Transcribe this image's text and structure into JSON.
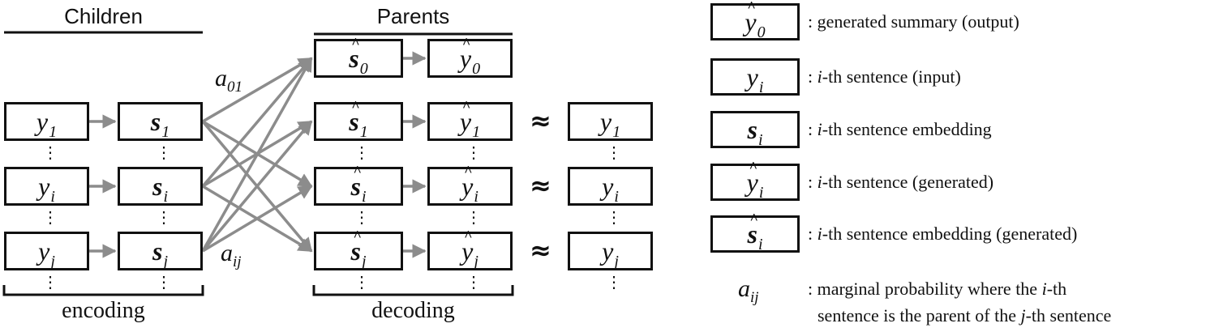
{
  "headers": {
    "children": "Children",
    "parents": "Parents"
  },
  "footers": {
    "encoding": "encoding",
    "decoding": "decoding"
  },
  "edge_labels": {
    "a01": {
      "base": "a",
      "sub": "01"
    },
    "aij": {
      "base": "a",
      "sub": "ij"
    }
  },
  "children": [
    {
      "y": {
        "base": "y",
        "sub": "1"
      },
      "s": {
        "base": "s",
        "sub": "1"
      }
    },
    {
      "y": {
        "base": "y",
        "sub": "i"
      },
      "s": {
        "base": "s",
        "sub": "i"
      }
    },
    {
      "y": {
        "base": "y",
        "sub": "j"
      },
      "s": {
        "base": "s",
        "sub": "j"
      }
    }
  ],
  "parents": [
    {
      "s": {
        "hat": "^",
        "base": "s",
        "sub": "0"
      },
      "y": {
        "hat": "^",
        "base": "y",
        "sub": "0"
      }
    },
    {
      "s": {
        "hat": "^",
        "base": "s",
        "sub": "1"
      },
      "y": {
        "hat": "^",
        "base": "y",
        "sub": "1"
      }
    },
    {
      "s": {
        "hat": "^",
        "base": "s",
        "sub": "i"
      },
      "y": {
        "hat": "^",
        "base": "y",
        "sub": "i"
      }
    },
    {
      "s": {
        "hat": "^",
        "base": "s",
        "sub": "j"
      },
      "y": {
        "hat": "^",
        "base": "y",
        "sub": "j"
      }
    }
  ],
  "approx_symbol": "≈",
  "targets": [
    {
      "base": "y",
      "sub": "1"
    },
    {
      "base": "y",
      "sub": "i"
    },
    {
      "base": "y",
      "sub": "j"
    }
  ],
  "ellipsis": "⋮",
  "legend": [
    {
      "sym": {
        "hat": "^",
        "base": "y",
        "sub": "0"
      },
      "pre": ": generated summary (output)",
      "ital": "",
      "post": ""
    },
    {
      "sym": {
        "base": "y",
        "sub": "i"
      },
      "pre": ": ",
      "ital": "i",
      "post": "-th sentence (input)"
    },
    {
      "sym": {
        "base": "s",
        "sub": "i"
      },
      "pre": ": ",
      "ital": "i",
      "post": "-th sentence embedding"
    },
    {
      "sym": {
        "hat": "^",
        "base": "y",
        "sub": "i"
      },
      "pre": ": ",
      "ital": "i",
      "post": "-th sentence (generated)"
    },
    {
      "sym": {
        "hat": "^",
        "base": "s",
        "sub": "i"
      },
      "pre": ": ",
      "ital": "i",
      "post": "-th sentence embedding (generated)"
    }
  ],
  "legend_a": {
    "base": "a",
    "sub": "ij",
    "line1_pre": ": marginal probability where the ",
    "line1_ital": "i",
    "line1_post": "-th",
    "line2_pre": "sentence is the parent of the ",
    "line2_ital": "j",
    "line2_post": "-th sentence"
  },
  "colors": {
    "box_border": "#111111",
    "arrow": "#8c8c8c",
    "text": "#111111"
  }
}
